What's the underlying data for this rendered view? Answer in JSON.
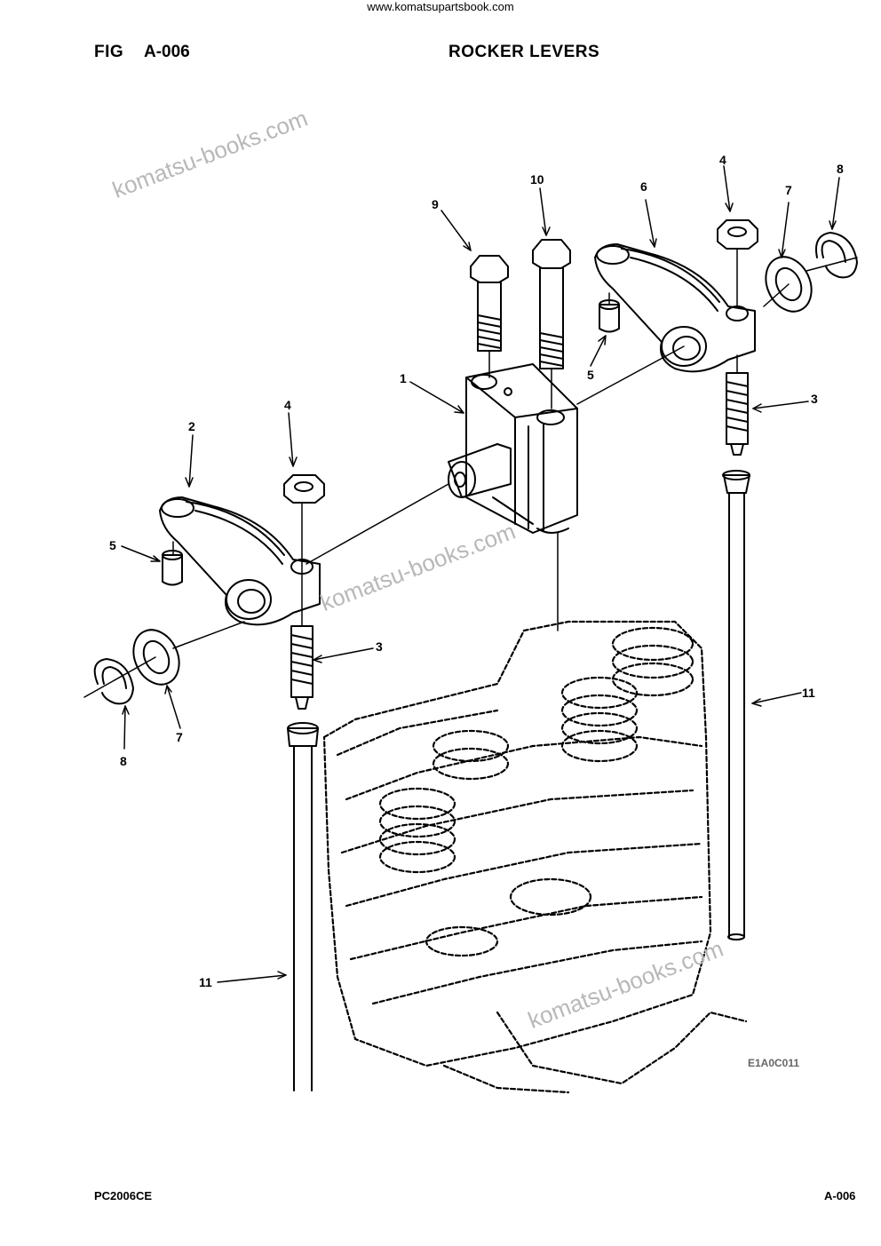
{
  "header": {
    "url": "www.komatsupartsbook.com",
    "fig_label": "FIG",
    "fig_code": "A-006",
    "title": "ROCKER LEVERS"
  },
  "watermarks": [
    "komatsu-books.com",
    "komatsu-books.com",
    "komatsu-books.com"
  ],
  "callouts": [
    "1",
    "2",
    "3",
    "3",
    "4",
    "4",
    "5",
    "5",
    "6",
    "7",
    "7",
    "8",
    "8",
    "9",
    "10",
    "11",
    "11"
  ],
  "drawing_code": "E1A0C011",
  "footer": {
    "model": "PC2006CE",
    "page": "A-006"
  }
}
